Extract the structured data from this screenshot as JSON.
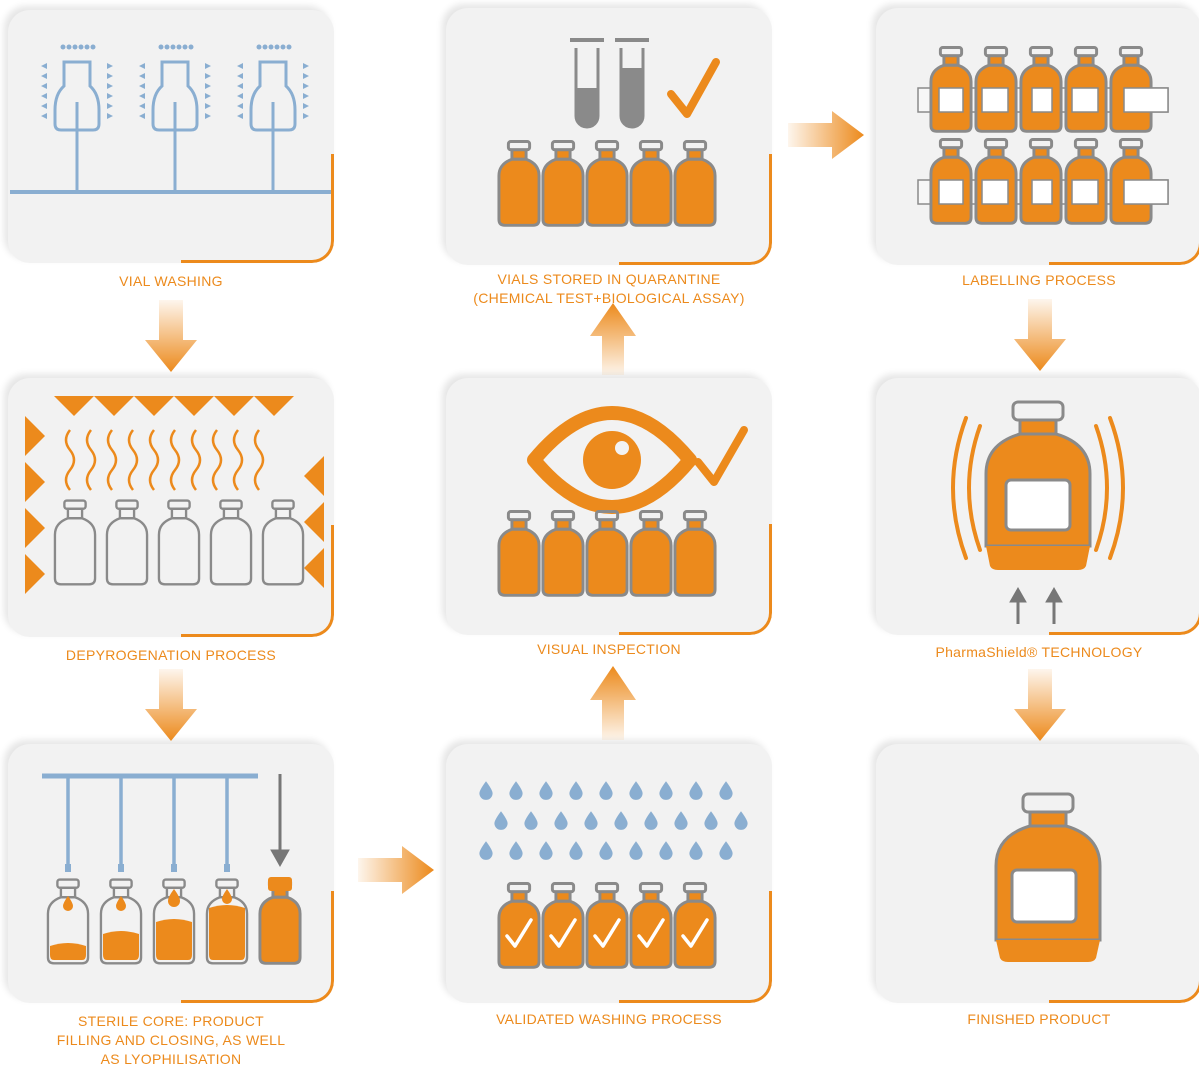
{
  "diagram": {
    "accent_color": "#ec8a1c",
    "water_color": "#8aaed1",
    "outline_color": "#8a8a8a",
    "steps": [
      {
        "id": "vial-washing",
        "label": "VIAL WASHING",
        "icon": "spray-nozzles-washing-vials"
      },
      {
        "id": "depyrogenation",
        "label": "DEPYROGENATION PROCESS",
        "icon": "heated-empty-vials"
      },
      {
        "id": "sterile-core",
        "label": "STERILE CORE: PRODUCT\nFILLING AND CLOSING, AS WELL\nAS LYOPHILISATION",
        "icon": "filling-needles-vials"
      },
      {
        "id": "validated-washing",
        "label": "VALIDATED WASHING PROCESS",
        "icon": "water-drops-checked-vials"
      },
      {
        "id": "visual-inspection",
        "label": "VISUAL INSPECTION",
        "icon": "eye-check-vials"
      },
      {
        "id": "quarantine",
        "label": "VIALS STORED IN QUARANTINE\n(CHEMICAL TEST+BIOLOGICAL ASSAY)",
        "icon": "test-tubes-check-vials"
      },
      {
        "id": "labelling",
        "label": "LABELLING PROCESS",
        "icon": "labelled-vials"
      },
      {
        "id": "pharmashield",
        "label": "PharmaShield® TECHNOLOGY",
        "icon": "shielded-bottle"
      },
      {
        "id": "finished",
        "label": "FINISHED PRODUCT",
        "icon": "finished-bottle"
      }
    ],
    "flow": [
      [
        "vial-washing",
        "depyrogenation"
      ],
      [
        "depyrogenation",
        "sterile-core"
      ],
      [
        "sterile-core",
        "validated-washing"
      ],
      [
        "validated-washing",
        "visual-inspection"
      ],
      [
        "visual-inspection",
        "quarantine"
      ],
      [
        "quarantine",
        "labelling"
      ],
      [
        "labelling",
        "pharmashield"
      ],
      [
        "pharmashield",
        "finished"
      ]
    ]
  }
}
